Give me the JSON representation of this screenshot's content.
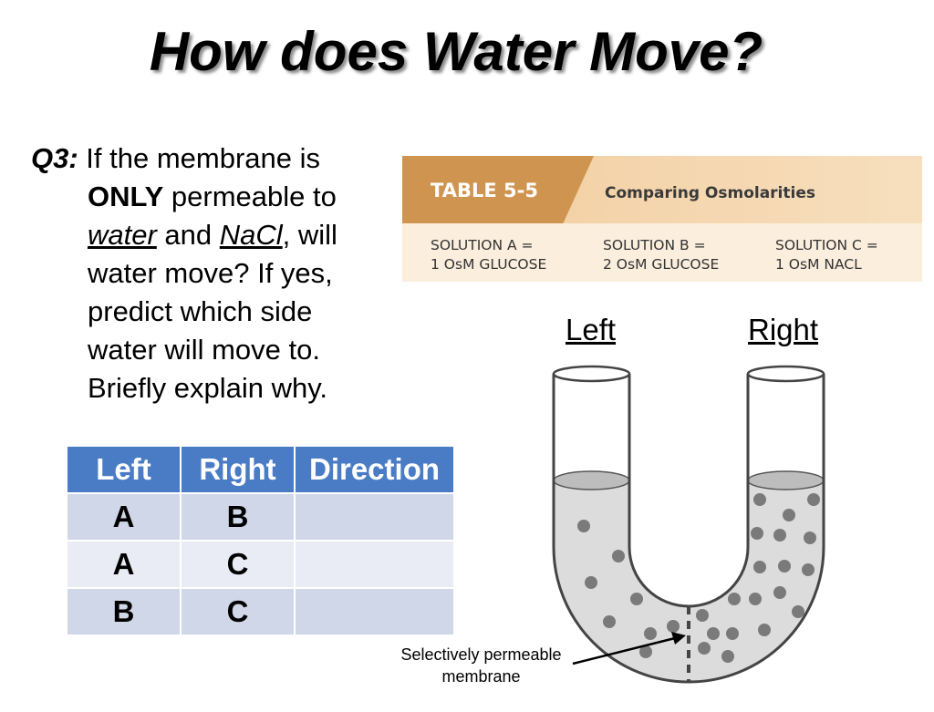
{
  "title": "How does Water Move?",
  "question": {
    "label": "Q3:",
    "line1_text": " If the membrane is",
    "line2_bold": "ONLY",
    "line2_text": " permeable to",
    "line3_word1": "water",
    "line3_and": " and ",
    "line3_word2": "NaCl",
    "line3_text": ", will",
    "line4": "water move? If yes,",
    "line5": "predict which side",
    "line6": "water will move to.",
    "line7": "Briefly explain why."
  },
  "ref_table": {
    "tag": "TABLE 5-5",
    "caption": "Comparing Osmolarities",
    "columns": [
      {
        "line1": "SOLUTION A =",
        "line2": "1 OsM GLUCOSE"
      },
      {
        "line1": "SOLUTION B =",
        "line2": "2 OsM GLUCOSE"
      },
      {
        "line1": "SOLUTION C =",
        "line2": "1 OsM NACL"
      }
    ],
    "colors": {
      "tag": "#cf9550",
      "header": "#f2cc9d",
      "body": "#fbeedd"
    }
  },
  "prediction_table": {
    "headers": [
      "Left",
      "Right",
      "Direction"
    ],
    "rows": [
      [
        "A",
        "B",
        ""
      ],
      [
        "A",
        "C",
        ""
      ],
      [
        "B",
        "C",
        ""
      ]
    ],
    "colors": {
      "header": "#4a7cc5",
      "row_odd": "#d0d7e8",
      "row_even": "#e9ecf4"
    }
  },
  "diagram": {
    "left_label": "Left",
    "right_label": "Right",
    "membrane_label_line1": "Selectively permeable",
    "membrane_label_line2": "membrane"
  }
}
